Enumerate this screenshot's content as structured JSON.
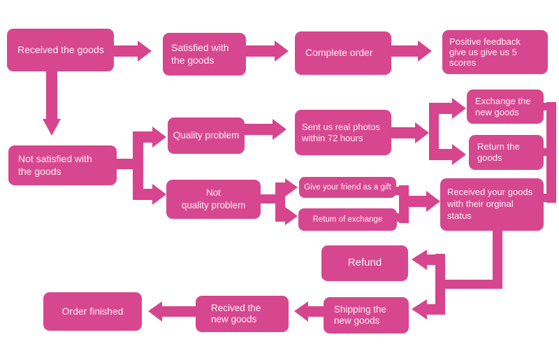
{
  "diagram_title": "Order received goods feedback flowchart",
  "colors": {
    "box": "#D7478F",
    "arrow": "#D6458E",
    "text": "#FCF2F8",
    "background": "#FFFFFF"
  },
  "nodes": {
    "received": {
      "label": "Received the goods"
    },
    "satisfied": {
      "label": "Satisfied with\nthe goods"
    },
    "complete": {
      "label": "Complete order"
    },
    "positive": {
      "label": "Positive feedback\ngive us give us 5\nscores"
    },
    "not_satisfied": {
      "label": "Not satisfied with\nthe goods"
    },
    "quality": {
      "label": "Quality problem"
    },
    "not_quality": {
      "label": "Not\nquality problem"
    },
    "sent_photos": {
      "label": "Sent us real photos\nwithin 72 hours"
    },
    "exchange": {
      "label": "Exchange the\nnew goods"
    },
    "return_goods": {
      "label": "Return the\ngoods"
    },
    "give_friend": {
      "label": "Give your friend as a gift"
    },
    "return_exchange": {
      "label": "Retum of exchange"
    },
    "received_original": {
      "label": "Received your goods\nwith their orginal\nstatus"
    },
    "refund": {
      "label": "Refund"
    },
    "shipping": {
      "label": "Shipping the\nnew goods"
    },
    "recived_new": {
      "label": "Recived the\nnew goods"
    },
    "order_finished": {
      "label": "Order finished"
    }
  }
}
